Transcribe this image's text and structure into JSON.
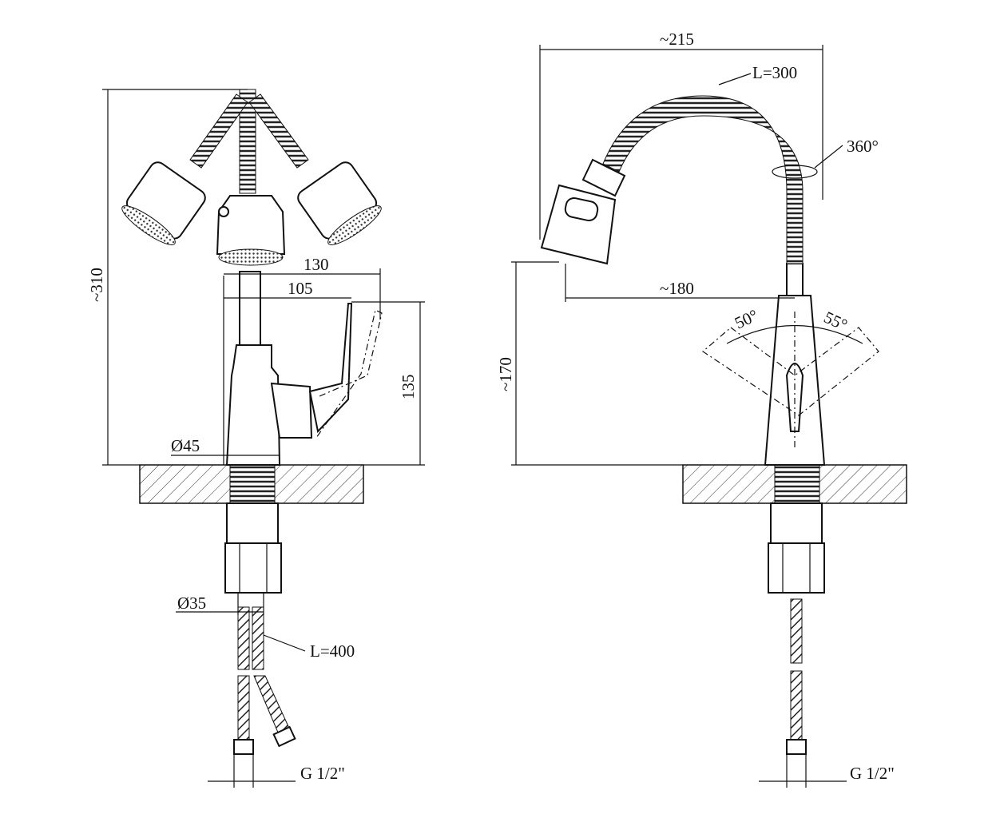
{
  "title": "Kitchen faucet with flexible spout - dimensional drawing",
  "front_view": {
    "height_label": "~310",
    "width_130_label": "130",
    "width_105_label": "105",
    "handle_height_label": "135",
    "base_diameter_label": "Ø45",
    "shank_diameter_label": "Ø35",
    "hose_length_label": "L=400",
    "thread_label": "G 1/2\""
  },
  "side_view": {
    "width_label": "~215",
    "flex_length_label": "L=300",
    "rotation_label": "360°",
    "spout_height_label": "~170",
    "reach_label": "~180",
    "angle_left_label": "50°",
    "angle_right_label": "55°",
    "thread_label": "G 1/2\""
  }
}
